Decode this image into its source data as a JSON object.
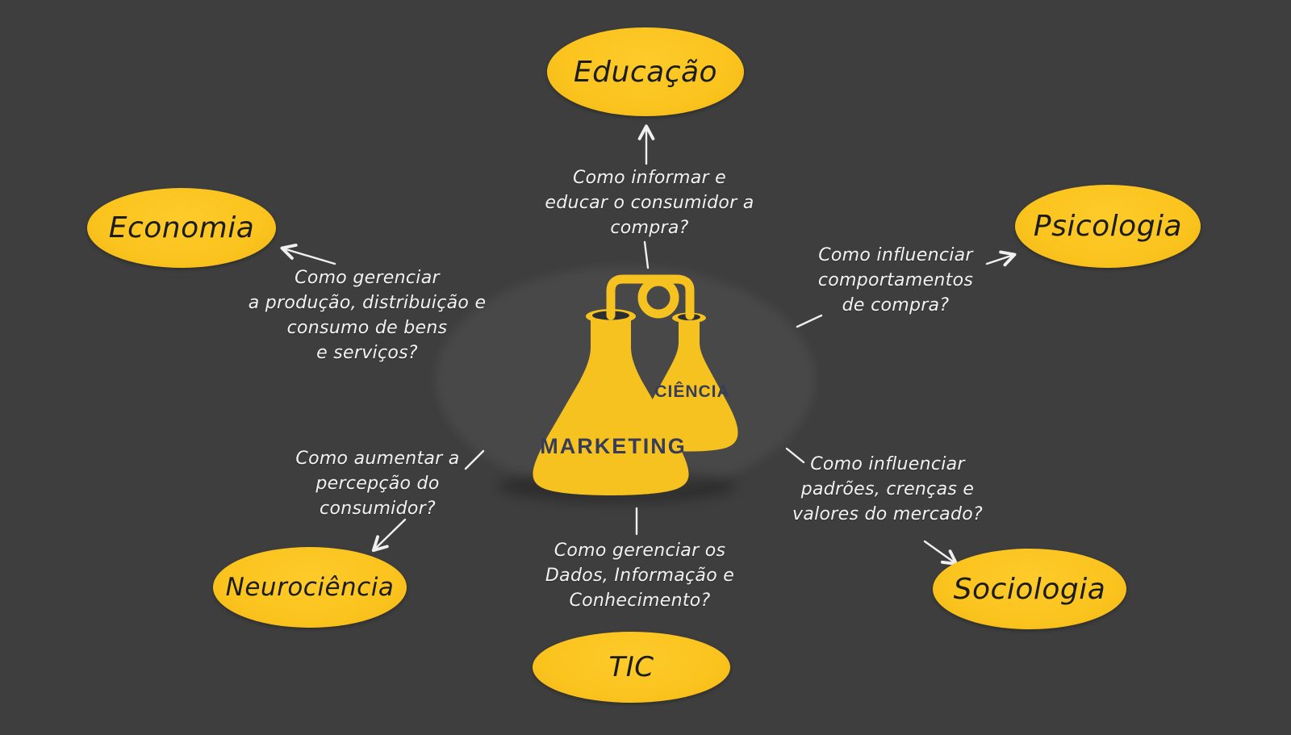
{
  "diagram": {
    "colors": {
      "background": "#3E3E3E",
      "node_fill": "#FBC31D",
      "node_text": "#1C1C1C",
      "question_text": "#F2F2F2",
      "connector": "#F0F0F0",
      "flask_fill": "#F5C21F",
      "flask_label": "#363C59"
    },
    "center": {
      "large_flask_label": "MARKETING",
      "small_flask_label": "CIÊNCIA"
    },
    "nodes": {
      "educacao": {
        "label": "Educação"
      },
      "economia": {
        "label": "Economia"
      },
      "psicologia": {
        "label": "Psicologia"
      },
      "neurociencia": {
        "label": "Neurociência"
      },
      "sociologia": {
        "label": "Sociologia"
      },
      "tic": {
        "label": "TIC"
      }
    },
    "questions": {
      "educacao": "Como informar e\neducar o consumidor a\ncompra?",
      "economia": "Como gerenciar\na produção, distribuição e\nconsumo de bens\ne serviços?",
      "psicologia": "Como influenciar\ncomportamentos\nde compra?",
      "neurociencia": "Como aumentar a\npercepção do\nconsumidor?",
      "sociologia": "Como influenciar\npadrões, crenças e\nvalores do mercado?",
      "tic": "Como gerenciar os\nDados, Informação e\nConhecimento?"
    }
  }
}
